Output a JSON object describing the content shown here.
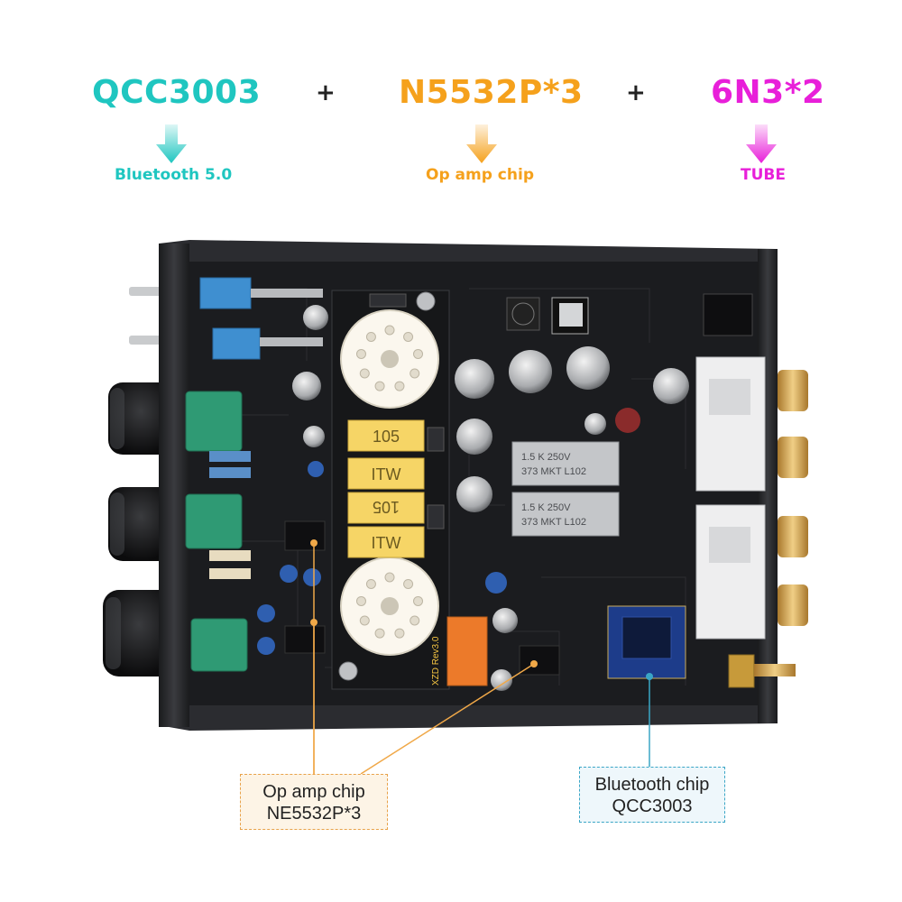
{
  "header": {
    "items": [
      {
        "title": "QCC3003",
        "subtitle": "Bluetooth 5.0",
        "color": "#1fc6c0"
      },
      {
        "title": "N5532P*3",
        "subtitle": "Op amp chip",
        "color": "#f5a11c"
      },
      {
        "title": "6N3*2",
        "subtitle": "TUBE",
        "color": "#e81fd9"
      }
    ],
    "separator": "+"
  },
  "board": {
    "capacitor_labels": [
      "105",
      "ITW",
      "105",
      "ITW"
    ],
    "film_cap_text": [
      "1.5 K 250V",
      "373 MKT L102"
    ],
    "board_revision": "XZD Rev3.0"
  },
  "callouts": {
    "op_amp": {
      "line1": "Op amp chip",
      "line2": "NE5532P*3"
    },
    "bluetooth": {
      "line1": "Bluetooth chip",
      "line2": "QCC3003"
    }
  },
  "colors": {
    "pcb": "#1b1c1f",
    "chassis": "#2a2b2e",
    "op_amp_line": "#f0a848",
    "bluetooth_line": "#3aa6c6"
  }
}
